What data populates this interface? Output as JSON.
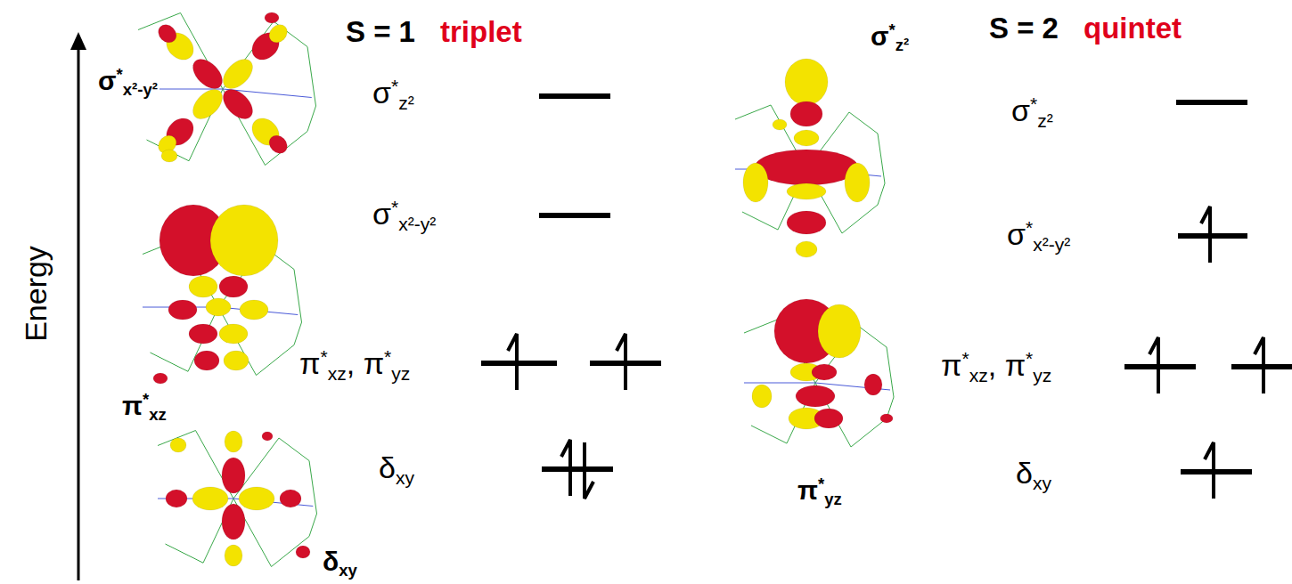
{
  "diagram": {
    "labels": [
      "Energy",
      "S = 1",
      "triplet",
      "S = 2",
      "quintet",
      "σ*x²-y²",
      "π*xz",
      "δxy",
      "σ*z²",
      "σ*x²-y²",
      "π*xz, π*yz",
      "δxy",
      "σ*z²",
      "π*yz",
      "σ*z²",
      "σ*x²-y²",
      "π*xz, π*yz",
      "δxy"
    ]
  }
}
